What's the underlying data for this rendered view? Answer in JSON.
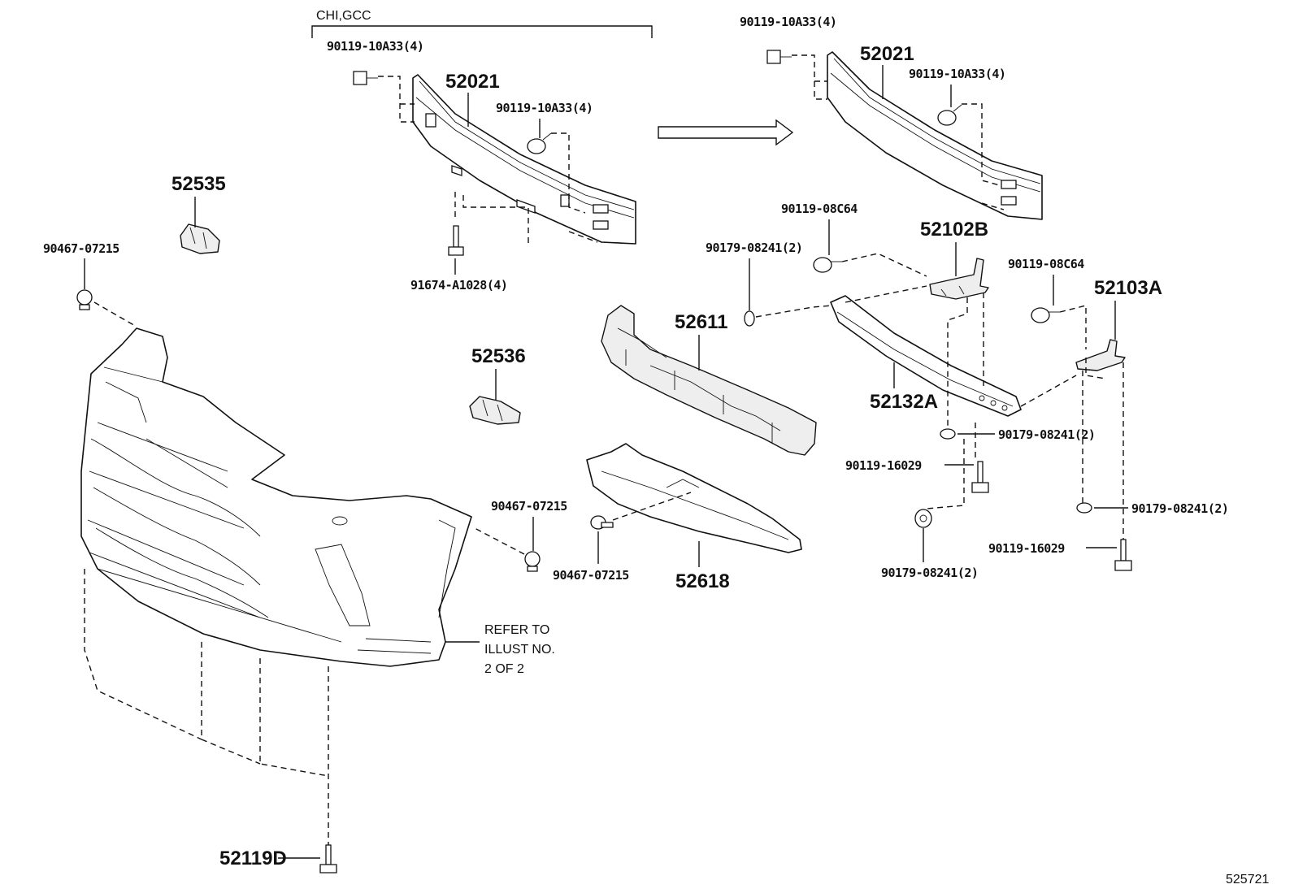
{
  "variant_label": "CHI,GCC",
  "labels": {
    "reinf_a_bolt_left": "90119-10A33(4)",
    "reinf_a_part": "52021",
    "reinf_a_bolt_right": "90119-10A33(4)",
    "reinf_a_screw": "91674-A1028(4)",
    "reinf_b_bolt_left": "90119-10A33(4)",
    "reinf_b_part": "52021",
    "reinf_b_bolt_right": "90119-10A33(4)",
    "bracket_left_part": "52102B",
    "bracket_left_bolt": "90119-08C64",
    "bracket_left_nut": "90179-08241(2)",
    "bracket_right_part": "52103A",
    "bracket_right_bolt": "90119-08C64",
    "lower_reinf_part": "52132A",
    "lower_nut_1": "90179-08241(2)",
    "lower_bolt_1": "90119-16029",
    "lower_nut_2": "90179-08241(2)",
    "right_nut": "90179-08241(2)",
    "right_bolt": "90119-16029",
    "absorber_part": "52611",
    "undercover_part": "52618",
    "undercover_clip": "90467-07215",
    "bumper_clip_right": "90467-07215",
    "bumper_clip_left": "90467-07215",
    "sensor_bracket_upper": "52535",
    "sensor_bracket_lower": "52536",
    "bumper_screw": "52119D"
  },
  "refer_note": [
    "REFER TO",
    "ILLUST NO.",
    "2 OF 2"
  ],
  "illustration_number": "525721"
}
